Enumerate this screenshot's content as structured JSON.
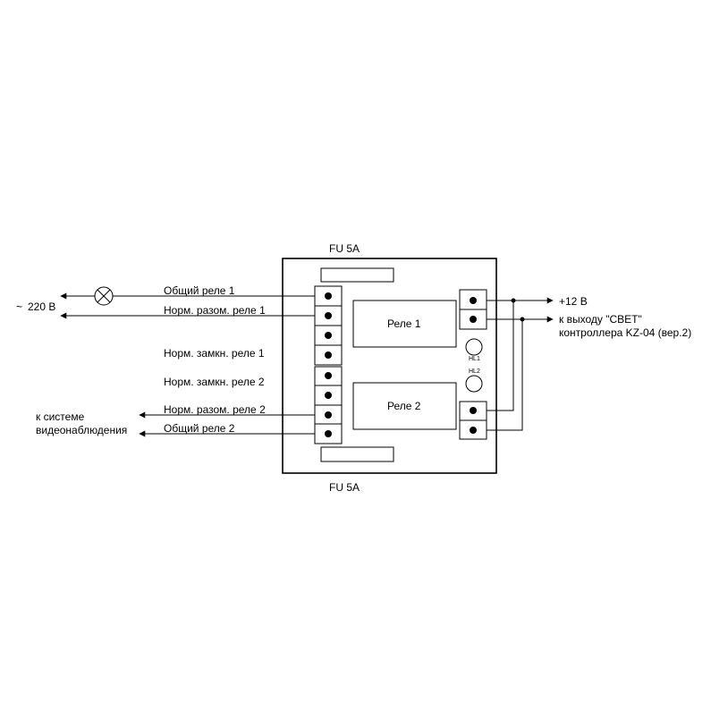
{
  "fuses": {
    "top": "FU 5A",
    "bottom": "FU 5A"
  },
  "relays": {
    "relay1": "Реле 1",
    "relay2": "Реле 2"
  },
  "leds": {
    "hl1": "HL1",
    "hl2": "HL2"
  },
  "terminals": {
    "common1": "Общий реле 1",
    "no1": "Норм. разом. реле 1",
    "nc1": "Норм. замкн. реле  1",
    "nc2": "Норм. замкн. реле 2",
    "no2": "Норм. разом. реле 2",
    "common2": "Общий реле 2"
  },
  "external": {
    "mains": "220 В",
    "mains_symbol": "~",
    "cctv_line1": "к системе",
    "cctv_line2": "видеонаблюдения",
    "plus12v": "+12 В",
    "controller_line1": "к выходу \"СВЕТ\"",
    "controller_line2": "контроллера KZ-04 (вер.2)"
  }
}
